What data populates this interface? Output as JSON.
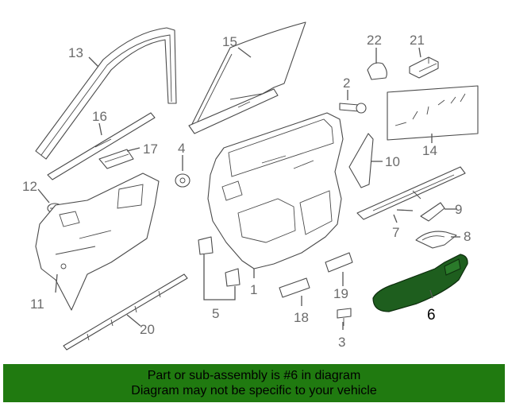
{
  "callouts": {
    "c1": "1",
    "c2": "2",
    "c3": "3",
    "c4": "4",
    "c5": "5",
    "c6": "6",
    "c7": "7",
    "c8": "8",
    "c9": "9",
    "c10": "10",
    "c11": "11",
    "c12": "12",
    "c13": "13",
    "c14": "14",
    "c15": "15",
    "c16": "16",
    "c17": "17",
    "c18": "18",
    "c19": "19",
    "c20": "20",
    "c21": "21",
    "c22": "22"
  },
  "highlighted_part": "6",
  "colors": {
    "highlight": "#1e5e1e",
    "banner": "#207a10",
    "line": "#4a4a4a"
  },
  "footer": {
    "line1": "Part or sub-assembly is #6 in diagram",
    "line2": "Diagram may not be specific to your vehicle"
  }
}
